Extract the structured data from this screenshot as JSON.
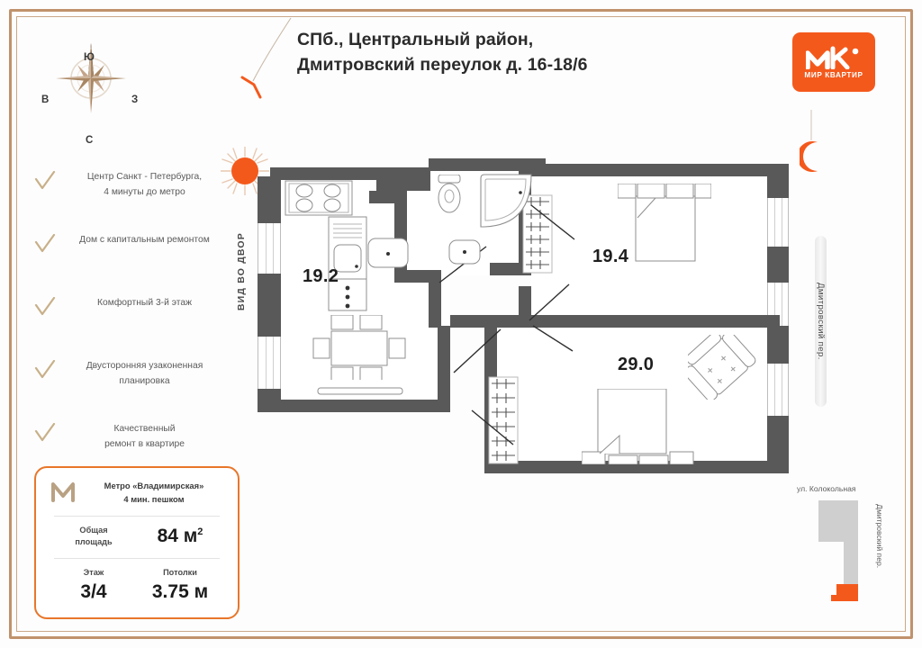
{
  "header": {
    "title_line1": "СПб., Центральный район,",
    "title_line2": "Дмитровский переулок д. 16-18/6"
  },
  "logo": {
    "mark": "MK",
    "text": "МИР КВАРТИР",
    "color": "#f4591c"
  },
  "compass": {
    "north_label": "Ю",
    "west_label": "В",
    "east_label": "З",
    "south_label": "С"
  },
  "checklist": [
    {
      "line1": "Центр Санкт - Петербурга,",
      "line2": "4 минуты до метро"
    },
    {
      "line1": "Дом с капитальным ремонтом",
      "line2": ""
    },
    {
      "line1": "Комфортный 3-й этаж",
      "line2": ""
    },
    {
      "line1": "Двусторонняя узаконенная",
      "line2": "планировка"
    },
    {
      "line1": "Качественный",
      "line2": "ремонт в квартире"
    }
  ],
  "plan": {
    "view_label_left": "ВИД ВО ДВОР",
    "street_label_right": "Дмитровский пер.",
    "rooms": [
      {
        "name": "kitchen-living",
        "area": "19.2"
      },
      {
        "name": "bedroom",
        "area": "19.4"
      },
      {
        "name": "living-room",
        "area": "29.0"
      }
    ],
    "wall_color": "#595959"
  },
  "info_card": {
    "metro_line1": "Метро «Владимирская»",
    "metro_line2": "4 мин. пешком",
    "total_area_label_line1": "Общая",
    "total_area_label_line2": "площадь",
    "total_area_value": "84 м",
    "total_area_sup": "2",
    "floor_label": "Этаж",
    "floor_value": "3/4",
    "ceiling_label": "Потолки",
    "ceiling_value": "3.75 м",
    "accent_color": "#e8762a"
  },
  "minimap": {
    "street_top": "ул. Колокольная",
    "street_right": "Дмитровский пер.",
    "building_color": "#cfcfcf",
    "highlight_color": "#f4591c"
  }
}
